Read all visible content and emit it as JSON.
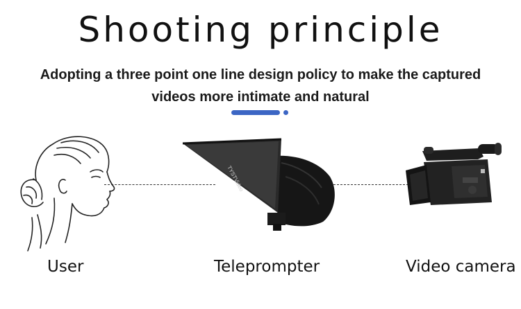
{
  "title": "Shooting principle",
  "subtitle": "Adopting a three point one line design policy to make the captured videos more intimate and natural",
  "colors": {
    "accent": "#3c66c4",
    "line": "#333333"
  },
  "nodes": [
    {
      "label": "User",
      "icon": "user-face-sketch-icon"
    },
    {
      "label": "Teleprompter",
      "icon": "teleprompter-hood-icon"
    },
    {
      "label": "Video camera",
      "icon": "video-camera-icon"
    }
  ]
}
